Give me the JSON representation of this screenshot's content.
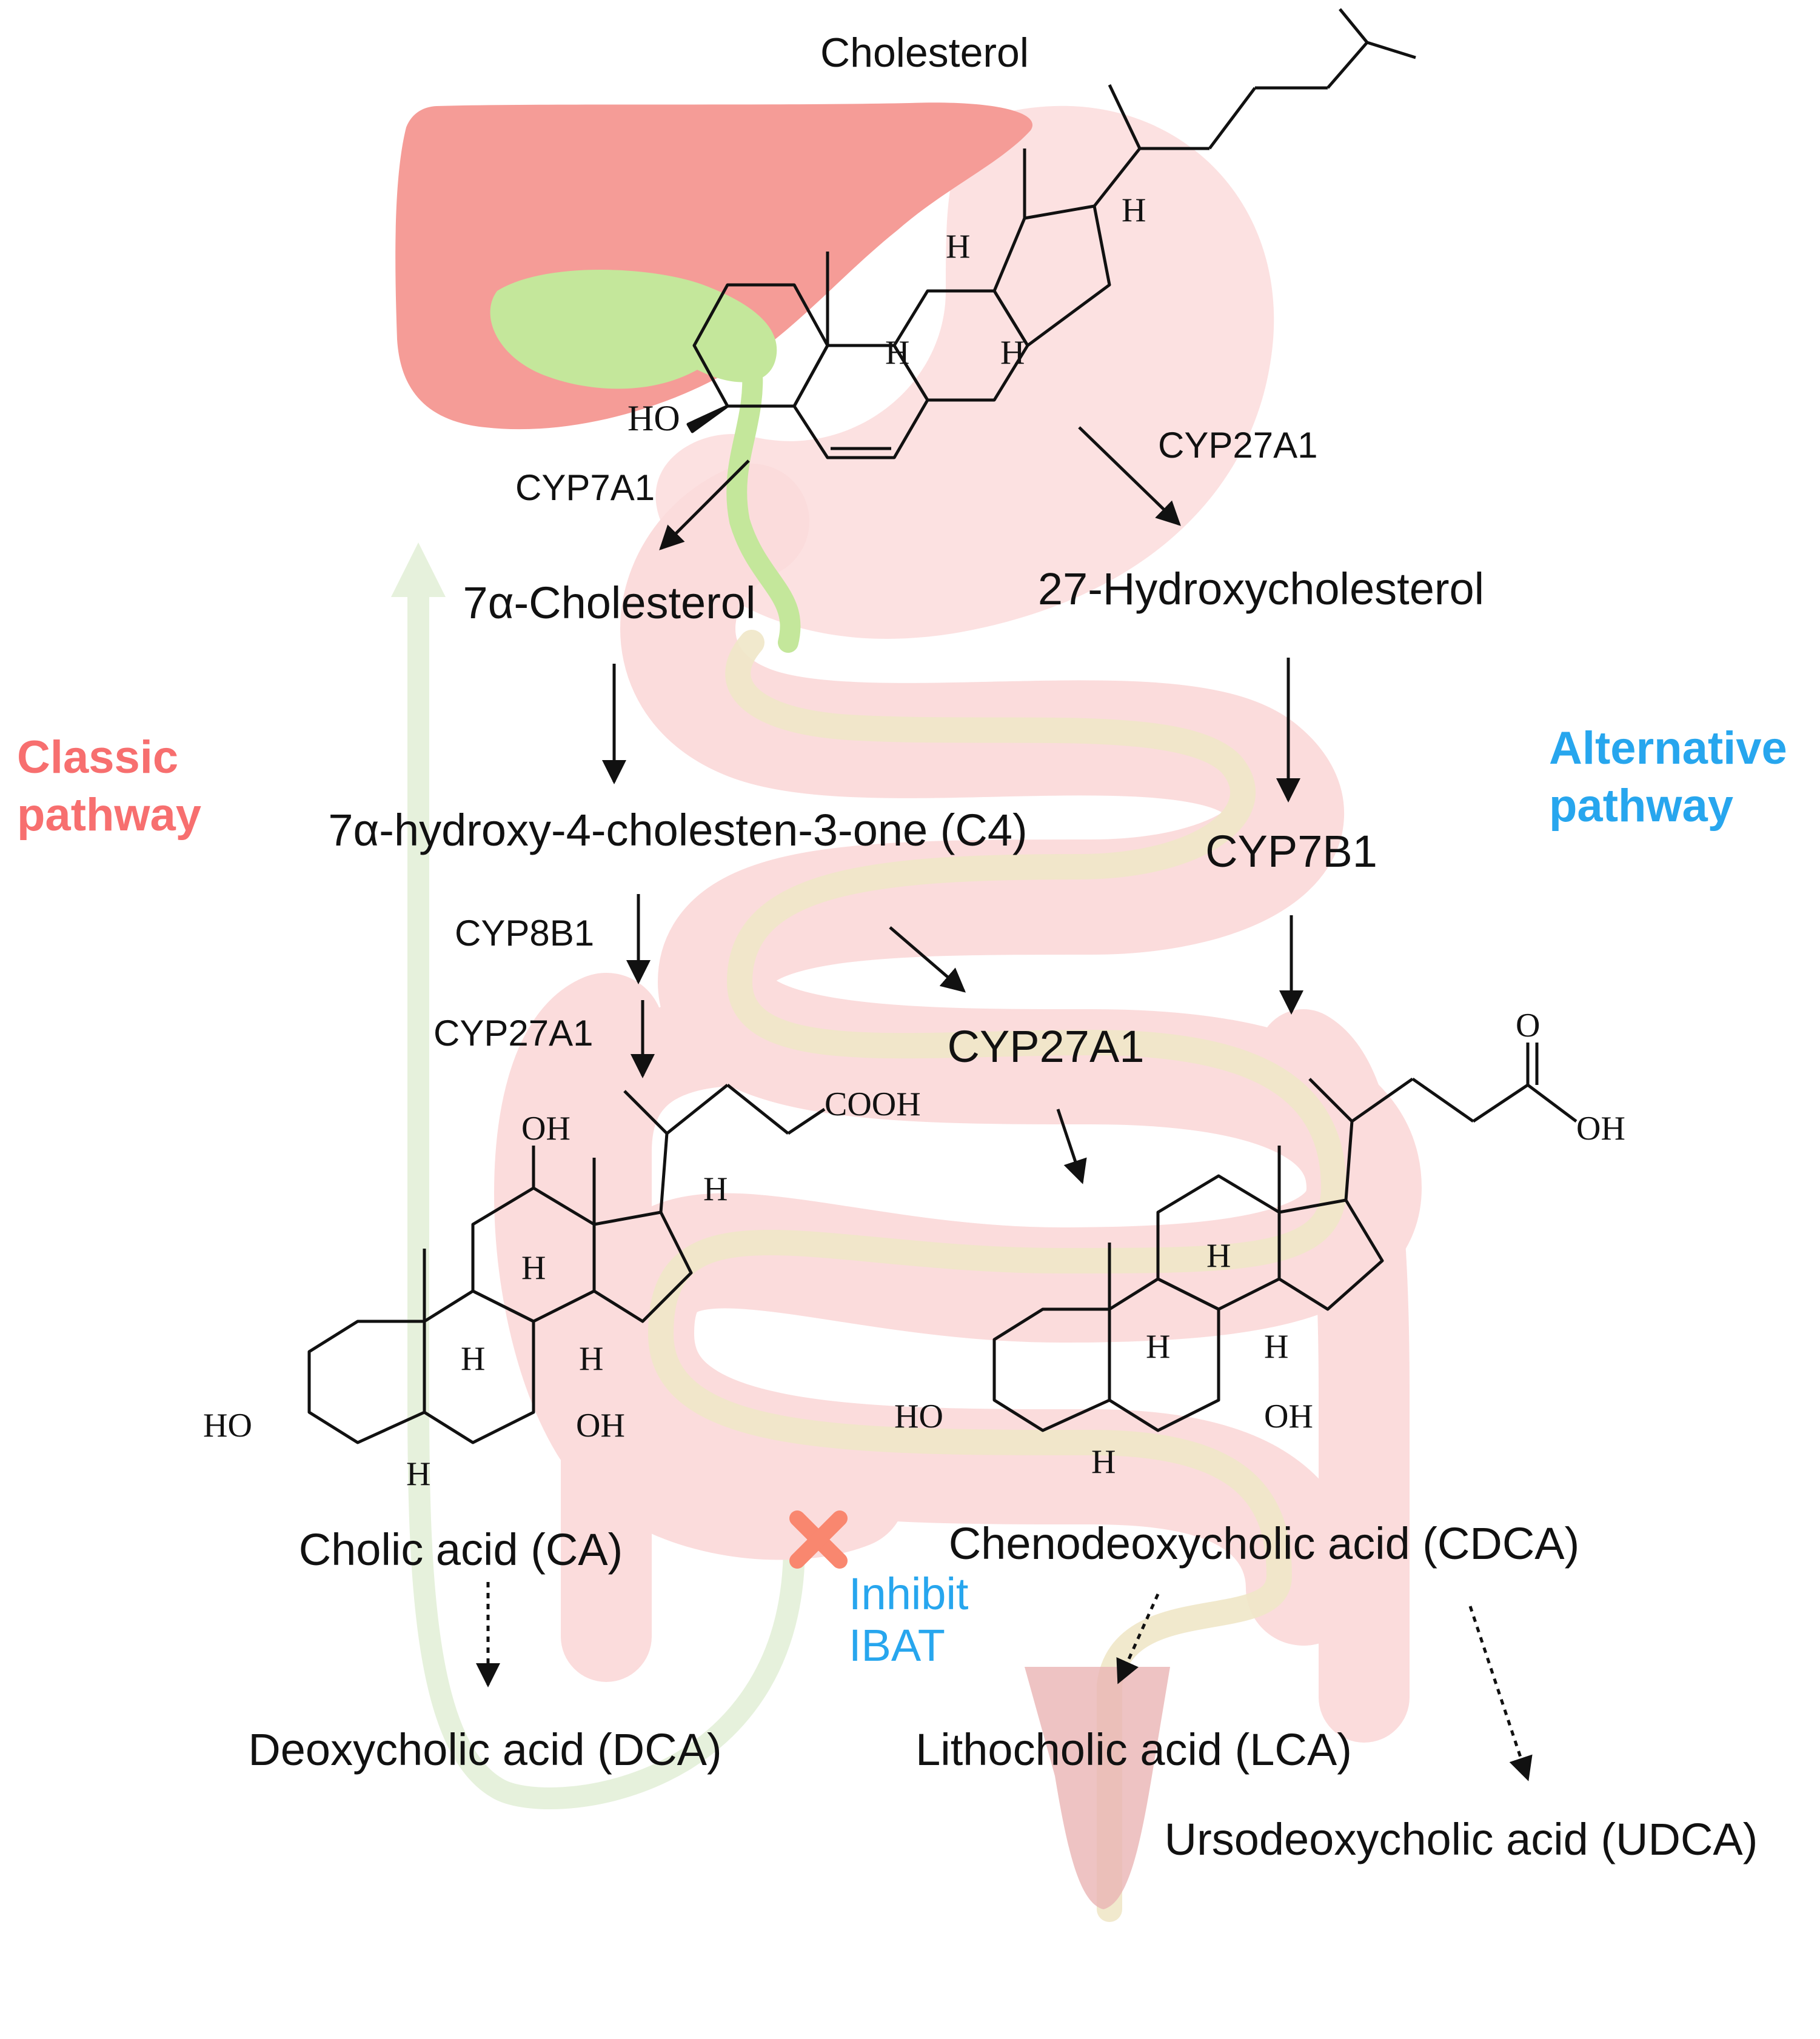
{
  "colors": {
    "classic": "#f76f6f",
    "alternative": "#27a6ee",
    "liver": "#f59c97",
    "gallbladder": "#c4e79b",
    "intestine": "#fbdcdc",
    "lumen": "#f0e7c8",
    "arrow": "#111111"
  },
  "labels": {
    "cholesterol": "Cholesterol",
    "classic_pathway_l1": "Classic",
    "classic_pathway_l2": "pathway",
    "alternative_pathway_l1": "Alternative",
    "alternative_pathway_l2": "pathway",
    "inhibit_l1": "Inhibit",
    "inhibit_l2": "IBAT"
  },
  "nodes": {
    "alpha_cholesterol": "7α-Cholesterol",
    "hydroxycholesterol": "27-Hydroxycholesterol",
    "c4": "7α-hydroxy-4-cholesten-3-one (C4)",
    "cyp7b1": "CYP7B1",
    "cyp27a1_mid": "CYP27A1",
    "cholic_acid": "Cholic acid (CA)",
    "cdca": "Chenodeoxycholic acid (CDCA)",
    "dca": "Deoxycholic acid (DCA)",
    "lca": "Lithocholic acid (LCA)",
    "udca": "Ursodeoxycholic acid (UDCA)"
  },
  "enzymes": {
    "cyp7a1": "CYP7A1",
    "cyp27a1_top": "CYP27A1",
    "cyp8b1": "CYP8B1",
    "cyp27a1_left": "CYP27A1"
  },
  "chem": {
    "ho": "HO",
    "oh": "OH",
    "h": "H",
    "o": "O",
    "cooh": "COOH"
  }
}
